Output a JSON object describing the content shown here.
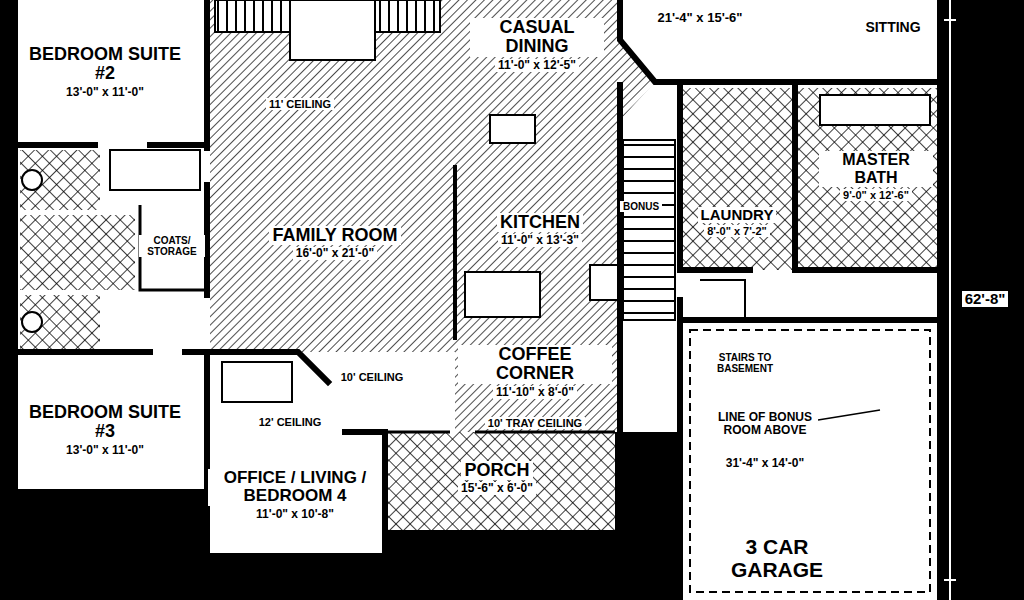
{
  "diagram": {
    "nodes": [
      {
        "text": [
          "BEDROOM SUITE #2",
          "13'-0\" x 11'-0\""
        ]
      },
      {
        "text": [
          "CASUAL DINING",
          "11'-0\" x 12'-5\""
        ]
      },
      {
        "text": [
          "21'-4\" x 15'-6\""
        ]
      },
      {
        "text": [
          "SITTING"
        ]
      },
      {
        "text": [
          "MASTER BATH",
          "9'-0\" x 12'-6\""
        ]
      },
      {
        "text": [
          "FAMILY ROOM",
          "16'-0\" x 21'-0\""
        ]
      },
      {
        "text": [
          "KITCHEN",
          "11'-0\" x 13'-3\""
        ]
      },
      {
        "text": [
          "LAUNDRY",
          "8'-0\" x 7'-2\""
        ]
      },
      {
        "text": [
          "COATS/ STORAGE"
        ]
      },
      {
        "text": [
          "COFFEE CORNER",
          "11'-10\" x 8'-0\""
        ]
      },
      {
        "text": [
          "BEDROOM SUITE #3",
          "13'-0\" x 11'-0\""
        ]
      },
      {
        "text": [
          "OFFICE / LIVING / BEDROOM 4",
          "11'-0\" x 10'-8\""
        ]
      },
      {
        "text": [
          "PORCH",
          "15'-6\" x 6'-0\""
        ]
      },
      {
        "text": [
          "3 CAR GARAGE"
        ]
      }
    ],
    "labels": [
      "11' CEILING",
      "BONUS",
      "62'-8\"",
      "10' CEILING",
      "12' CEILING",
      "10' TRAY CEILING",
      "STAIRS TO BASEMENT",
      "LINE OF BONUS ROOM ABOVE",
      "31'-4\" x 14'-0\""
    ]
  }
}
